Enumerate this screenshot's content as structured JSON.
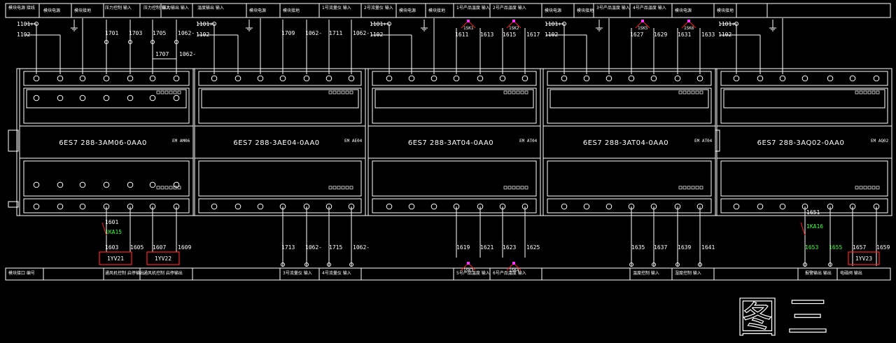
{
  "top_header": [
    "模块电源 接线",
    "模块电源",
    "模块接地",
    "压力控制 输入",
    "压力控制 输入",
    "压力输出 输入",
    "温度输出 输入",
    "模块电源",
    "模块接地",
    "1号流量仪 输入",
    "2号流量仪 输入",
    "模块电源",
    "模块接地",
    "1号产品温度 输入",
    "2号产品温度 输入",
    "模块电源",
    "模块接地",
    "3号产品温度 输入",
    "4号产品温度 输入",
    "模块电源",
    "模块接地"
  ],
  "bottom_header": [
    "模块接口 编号",
    "通风机控制 启停输出",
    "通风机控制 启停输出",
    "3号流量仪 输入",
    "4号流量仪 输入",
    "5号产品温度 输入",
    "6号产品温度 输入",
    "温度控制 输入",
    "湿度控制 输入",
    "报警输出 输出",
    "电磁阀 输出"
  ],
  "modules": [
    {
      "model": "6ES7 288-3AM06-0AA0",
      "badge": "EM AM06"
    },
    {
      "model": "6ES7 288-3AE04-0AA0",
      "badge": "EM AE04"
    },
    {
      "model": "6ES7 288-3AT04-0AA0",
      "badge": "EM AT04"
    },
    {
      "model": "6ES7 288-3AT04-0AA0",
      "badge": "EM AT04"
    },
    {
      "model": "6ES7 288-3AQ02-0AA0",
      "badge": "EM AQ02"
    }
  ],
  "top_wires": {
    "m1": [
      "1101+",
      "1102-",
      "1701",
      "1703",
      "1705",
      "1062-",
      "1707",
      "1062-"
    ],
    "m2": [
      "1101+",
      "1102-",
      "1709",
      "1062-",
      "1711",
      "1062-"
    ],
    "m3": [
      "1101+",
      "1102-",
      "1611",
      "1613",
      "1615",
      "1617"
    ],
    "m4": [
      "1101+",
      "1102-",
      "1627",
      "1629",
      "1631",
      "1633"
    ],
    "m5": [
      "1101+",
      "1102-"
    ]
  },
  "sensors_top": [
    "1SK1",
    "1SK2",
    "1SK5",
    "1SK6"
  ],
  "bottom_wires": {
    "m1": [
      "1601",
      "1603",
      "1605",
      "1607",
      "1609"
    ],
    "m2": [
      "1713",
      "1062-",
      "1715",
      "1062-"
    ],
    "m3": [
      "1619",
      "1621",
      "1623",
      "1625"
    ],
    "m4": [
      "1635",
      "1637",
      "1639",
      "1641"
    ],
    "m5": [
      "1651",
      "1653",
      "1655",
      "1657",
      "1659"
    ]
  },
  "relay_labels": [
    "1KA15",
    "1KA16"
  ],
  "sensors_bottom": [
    "1SK3",
    "1SK4"
  ],
  "outputs": [
    "1YV21",
    "1YV22",
    "1YV23"
  ],
  "figure_title": [
    "图",
    "三"
  ],
  "colors": {
    "background": "#000000",
    "line": "#ffffff",
    "output_box": "#ff2020",
    "sensor_marker": "#ff33ff",
    "relay_text": "#3cff3c",
    "relay_tick": "#ff2020"
  }
}
